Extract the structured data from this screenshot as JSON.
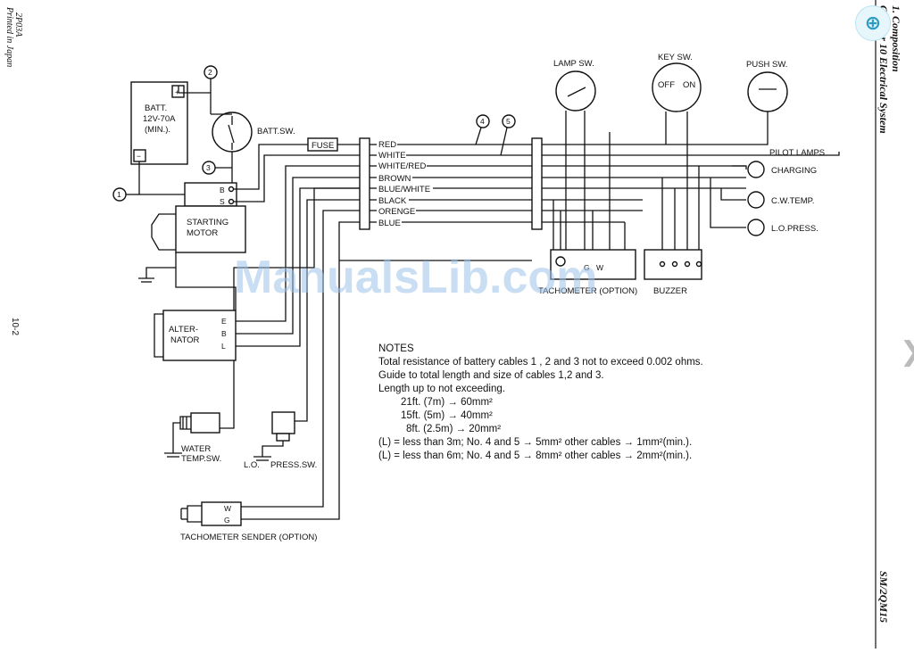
{
  "header": {
    "chapter": "Chapter 10 Electrical System",
    "section": "1. Composition",
    "model": "SM/2QM15",
    "printed": "Printed in Japan",
    "code": "2P03A",
    "page_number": "10-2"
  },
  "watermark": "ManualsLib.com",
  "controls": {
    "zoom_icon": "zoom-in-icon",
    "zoom_glyph": "⊕",
    "next_icon": "chevron-right-icon",
    "next_glyph": "❯"
  },
  "diagram": {
    "battery": {
      "label_1": "BATT.",
      "label_2": "12V-70A",
      "label_3": "(MIN.).",
      "plus": "+",
      "minus": "−"
    },
    "batt_sw": "BATT.SW.",
    "fuse": "FUSE",
    "starting_motor": {
      "label_1": "STARTING",
      "label_2": "MOTOR",
      "b": "B",
      "s": "S"
    },
    "alternator": {
      "label_1": "ALTER-",
      "label_2": "NATOR",
      "e": "E",
      "b": "B",
      "l": "L"
    },
    "callouts": [
      "1",
      "2",
      "3",
      "4",
      "5"
    ],
    "wires": [
      "RED",
      "WHITE",
      "WHITE/RED",
      "BROWN",
      "BLUE/WHITE",
      "BLACK",
      "ORENGE",
      "BLUE"
    ],
    "lamp_sw": "LAMP SW.",
    "key_sw": {
      "label": "KEY SW.",
      "off": "OFF",
      "on": "ON"
    },
    "push_sw": "PUSH SW.",
    "pilot_lamps": {
      "title": "PILOT LAMPS",
      "items": [
        "CHARGING",
        "C.W.TEMP.",
        "L.O.PRESS."
      ]
    },
    "tachometer": {
      "label": "TACHOMETER (OPTION)",
      "g": "G",
      "w": "W"
    },
    "buzzer": "BUZZER",
    "water_temp_sw": {
      "label_1": "WATER",
      "label_2": "TEMP.SW."
    },
    "lo_press_sw": {
      "label_1": "L.O.",
      "label_2": "PRESS.SW."
    },
    "tacho_sender": {
      "label": "TACHOMETER SENDER (OPTION)",
      "w": "W",
      "g": "G"
    }
  },
  "notes": {
    "title": "NOTES",
    "lines": [
      "Total resistance of battery cables 1 , 2 and 3 not to exceed 0.002 ohms.",
      "Guide to total length and size of cables 1,2 and 3.",
      "Length up to not exceeding."
    ],
    "sizes": [
      "21ft. (7m) → 60mm²",
      "15ft. (5m) → 40mm²",
      "8ft. (2.5m) → 20mm²"
    ],
    "conditions": [
      "(L) =  less than 3m; No.  4  and  5  → 5mm² other cables → 1mm²(min.).",
      "(L) =  less than 6m; No.  4  and  5  → 8mm² other cables → 2mm²(min.)."
    ]
  }
}
